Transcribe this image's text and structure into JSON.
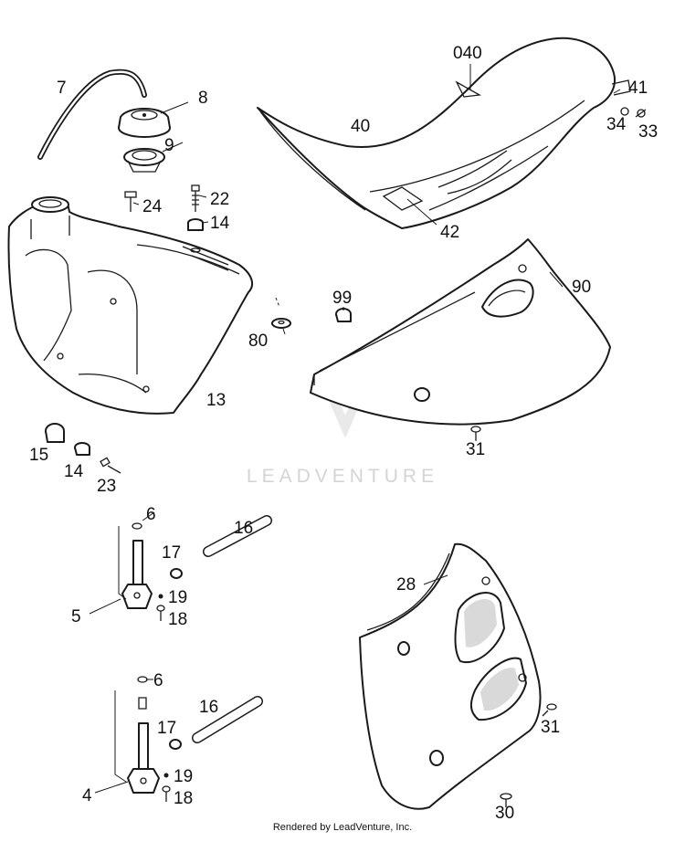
{
  "labels": {
    "p040": "040",
    "p41": "41",
    "p40": "40",
    "p34": "34",
    "p33": "33",
    "p42": "42",
    "p7": "7",
    "p8": "8",
    "p9": "9",
    "p24": "24",
    "p22": "22",
    "p14a": "14",
    "p13": "13",
    "p80": "80",
    "p99": "99",
    "p90": "90",
    "p31a": "31",
    "p15": "15",
    "p14b": "14",
    "p23": "23",
    "p6a": "6",
    "p16a": "16",
    "p17a": "17",
    "p5": "5",
    "p19a": "19",
    "p18a": "18",
    "p28": "28",
    "p31b": "31",
    "p6b": "6",
    "p16b": "16",
    "p17b": "17",
    "p4": "4",
    "p19b": "19",
    "p18b": "18",
    "p30": "30"
  },
  "watermark": {
    "text": "LEADVENTURE"
  },
  "footer": {
    "text": "Rendered by LeadVenture, Inc."
  }
}
